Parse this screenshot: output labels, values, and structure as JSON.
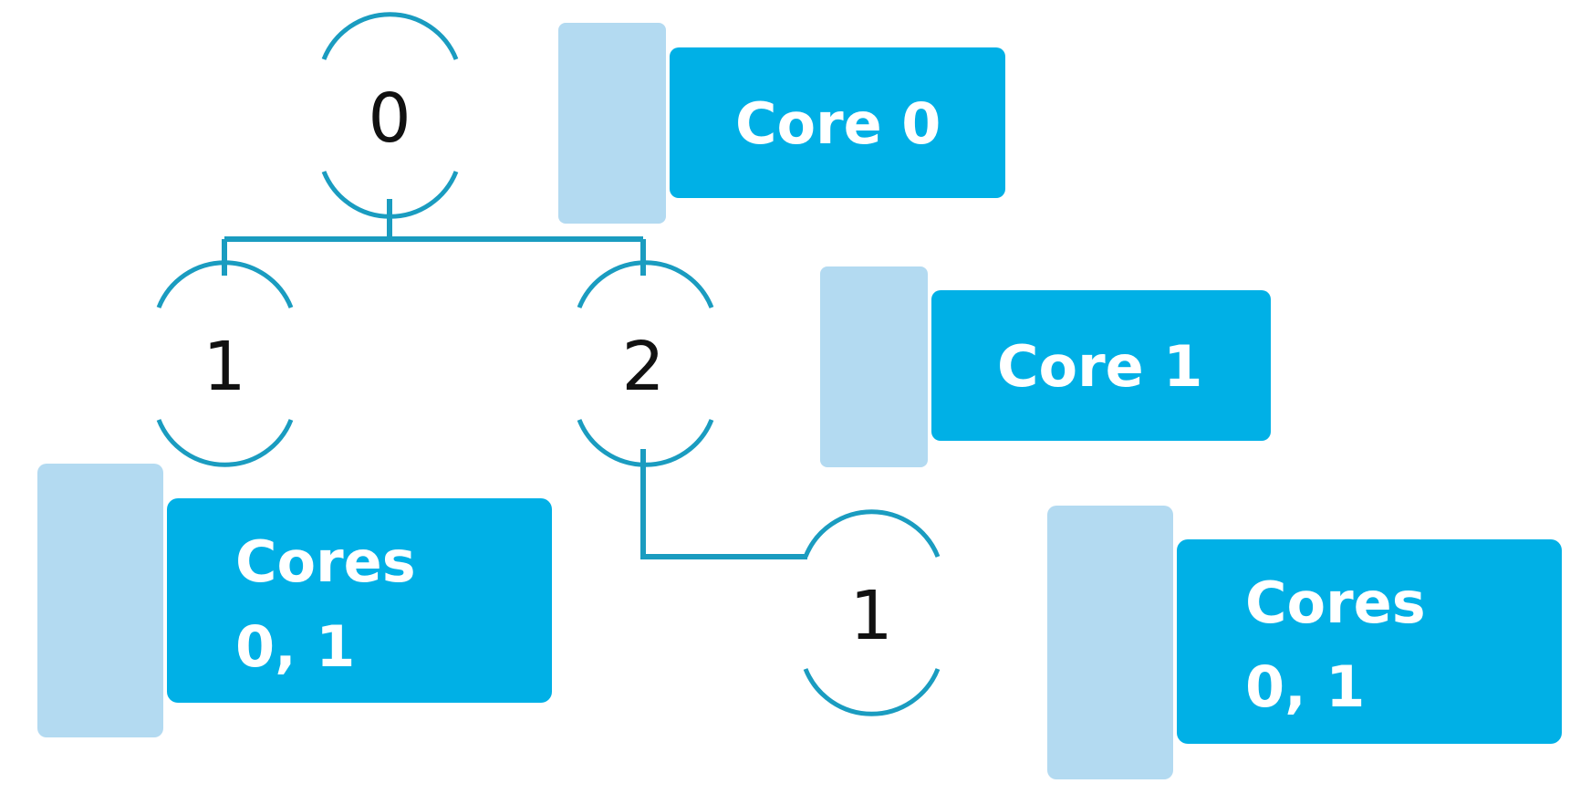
{
  "colors": {
    "line": "#1a9cc0",
    "tag_fill": "#00b0e6",
    "tag_tab": "#b3daf1",
    "node_text": "#111111",
    "tag_text": "#ffffff"
  },
  "tree": {
    "root": {
      "label": "0"
    },
    "left_child": {
      "label": "1"
    },
    "right_child": {
      "label": "2"
    },
    "grandchild": {
      "label": "1"
    }
  },
  "tags": {
    "root_tag": {
      "line1": "Core 0",
      "line2": ""
    },
    "right_tag": {
      "line1": "Core 1",
      "line2": ""
    },
    "left_tag": {
      "line1": "Cores",
      "line2": "0, 1"
    },
    "grandchild_tag": {
      "line1": "Cores",
      "line2": "0, 1"
    }
  }
}
